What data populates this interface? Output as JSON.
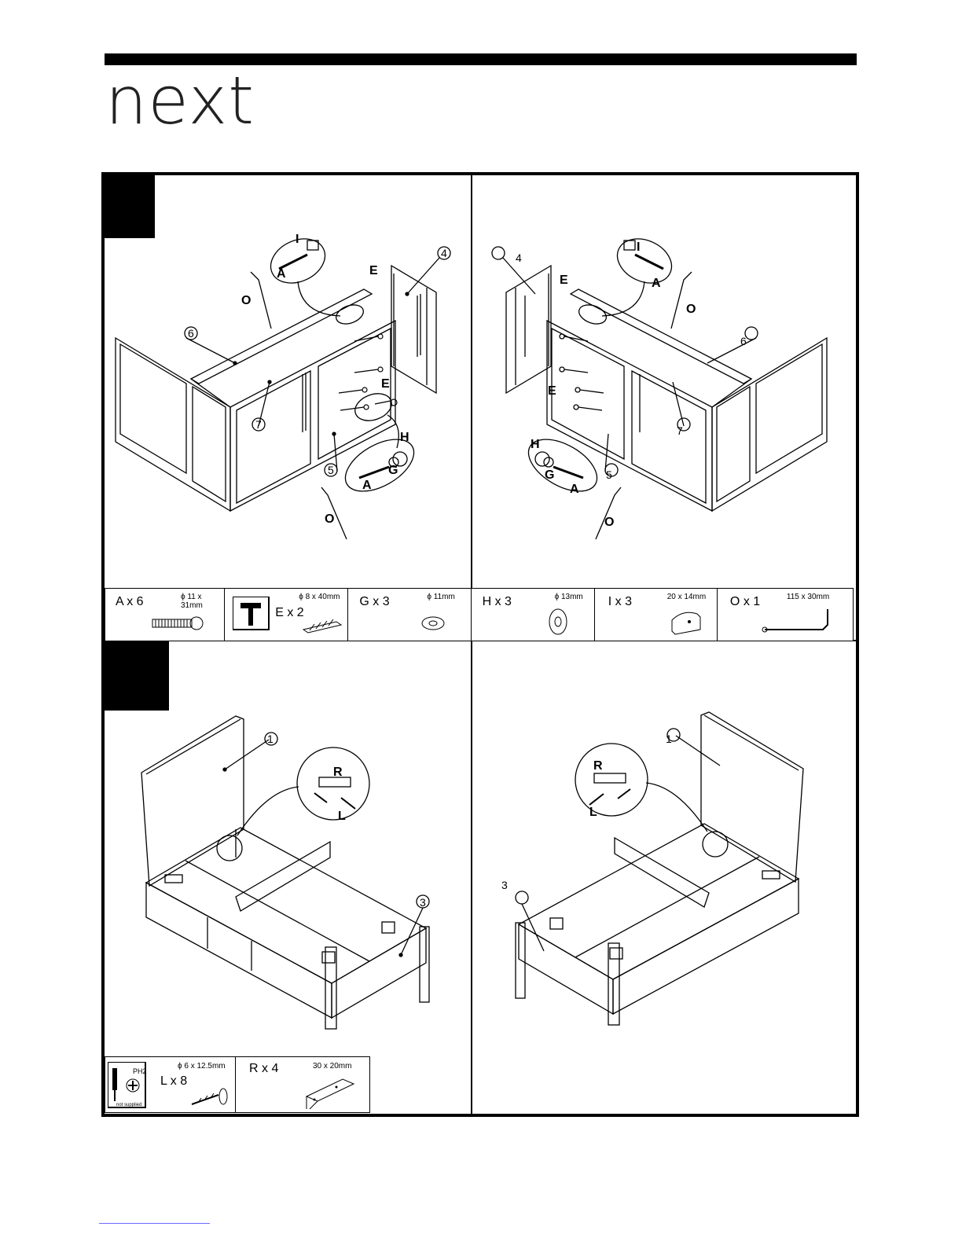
{
  "brand": {
    "logo_text": "next"
  },
  "step1": {
    "left_callouts": [
      "I",
      "A",
      "O",
      "E",
      "4",
      "6",
      "7",
      "E",
      "H",
      "5",
      "G",
      "A",
      "O"
    ],
    "right_callouts": [
      "I",
      "4",
      "E",
      "A",
      "O",
      "6",
      "E",
      "7",
      "H",
      "G",
      "A",
      "5",
      "O"
    ]
  },
  "parts_row_1": [
    {
      "label": "A x 6",
      "dim": "ϕ 11 x 31mm",
      "icon": "bolt-icon"
    },
    {
      "label": "E x 2",
      "dim": "ϕ 8 x 40mm",
      "icon": "dowel-icon",
      "tool": "hammer-icon"
    },
    {
      "label": "G x 3",
      "dim": "ϕ 11mm",
      "icon": "spring-washer-icon"
    },
    {
      "label": "H x 3",
      "dim": "ϕ 13mm",
      "icon": "washer-icon"
    },
    {
      "label": "I x 3",
      "dim": "20 x 14mm",
      "icon": "cam-nut-icon"
    },
    {
      "label": "O x 1",
      "dim": "115 x 30mm",
      "icon": "allen-key-icon"
    }
  ],
  "step2": {
    "left_callouts": [
      "1",
      "R",
      "L",
      "3"
    ],
    "right_callouts": [
      "1",
      "R",
      "L",
      "3"
    ]
  },
  "parts_row_2": [
    {
      "label": "L x 8",
      "dim": "ϕ 6 x 12.5mm",
      "tool_label": "PH2",
      "tool_note": "not supplied",
      "icon": "screw-icon",
      "tool": "screwdriver-icon"
    },
    {
      "label": "R x 4",
      "dim": "30 x 20mm",
      "icon": "bracket-icon"
    }
  ],
  "colors": {
    "line": "#000000",
    "accent_link": "#6a6aff"
  }
}
